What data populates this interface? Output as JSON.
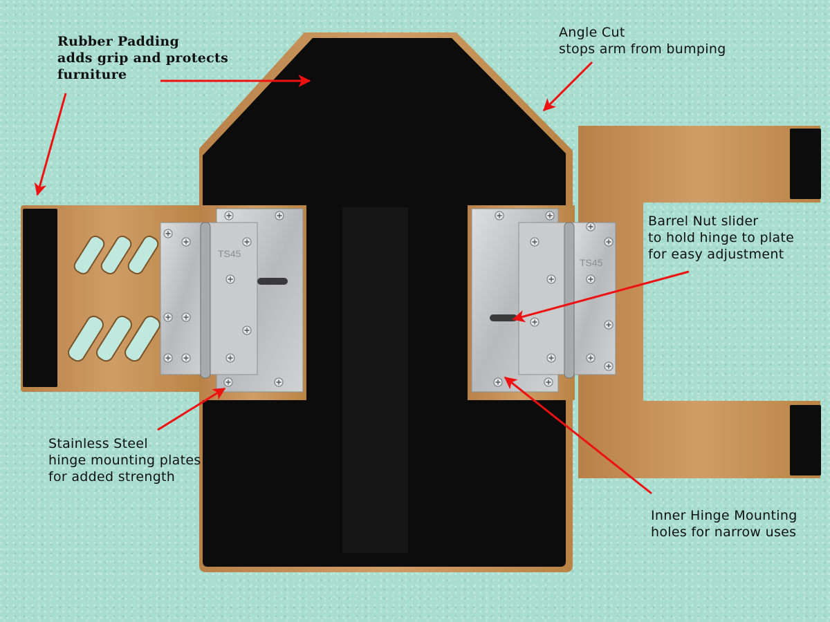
{
  "callouts": {
    "rubber_padding": {
      "lines": [
        "Rubber Padding",
        "adds grip and protects",
        "furniture"
      ]
    },
    "angle_cut": {
      "lines": [
        "Angle Cut",
        "stops arm from bumping"
      ]
    },
    "barrel_nut": {
      "lines": [
        "Barrel Nut slider",
        "to hold hinge to plate",
        "for easy adjustment"
      ]
    },
    "stainless_steel": {
      "lines": [
        "Stainless Steel",
        "hinge mounting plates",
        "for added strength"
      ]
    },
    "inner_hinge": {
      "lines": [
        "Inner Hinge Mounting",
        "holes for narrow uses"
      ]
    }
  },
  "hinge_stamp": {
    "left": "TS45",
    "right": "TS45"
  },
  "colors": {
    "background": "#a9ddd0",
    "bamboo": "#c9955c",
    "rubber_pad": "#0c0c0c",
    "steel": "#c6c8c9",
    "arrow": "#ee1111"
  }
}
